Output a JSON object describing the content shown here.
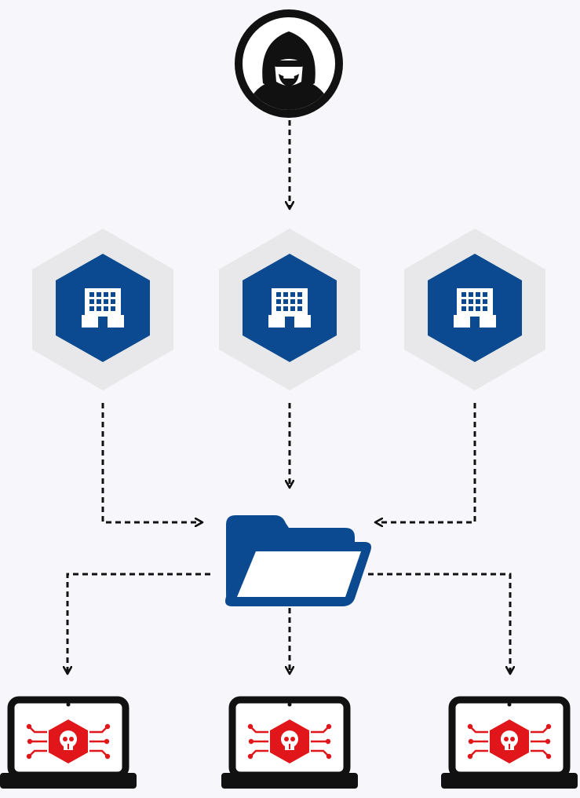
{
  "diagram": {
    "kind": "attack-flow",
    "nodes": {
      "attacker": {
        "icon": "hooded-hacker-icon"
      },
      "organizations": [
        {
          "icon": "office-building-icon"
        },
        {
          "icon": "office-building-icon"
        },
        {
          "icon": "office-building-icon"
        }
      ],
      "shared_folder": {
        "icon": "open-folder-icon"
      },
      "infected_devices": [
        {
          "icon": "laptop-malware-icon"
        },
        {
          "icon": "laptop-malware-icon"
        },
        {
          "icon": "laptop-malware-icon"
        }
      ]
    },
    "edges": [
      {
        "from": "attacker",
        "to": "organization-2"
      },
      {
        "from": "organization-1",
        "to": "shared-folder"
      },
      {
        "from": "organization-2",
        "to": "shared-folder"
      },
      {
        "from": "organization-3",
        "to": "shared-folder"
      },
      {
        "from": "shared-folder",
        "to": "infected-device-1"
      },
      {
        "from": "shared-folder",
        "to": "infected-device-2"
      },
      {
        "from": "shared-folder",
        "to": "infected-device-3"
      }
    ]
  },
  "colors": {
    "background": "#f7f7fb",
    "primary_blue": "#0b4a90",
    "hex_halo": "#e8e8ea",
    "malware_red": "#e0161b",
    "line": "#111111",
    "attacker_black": "#111111"
  }
}
